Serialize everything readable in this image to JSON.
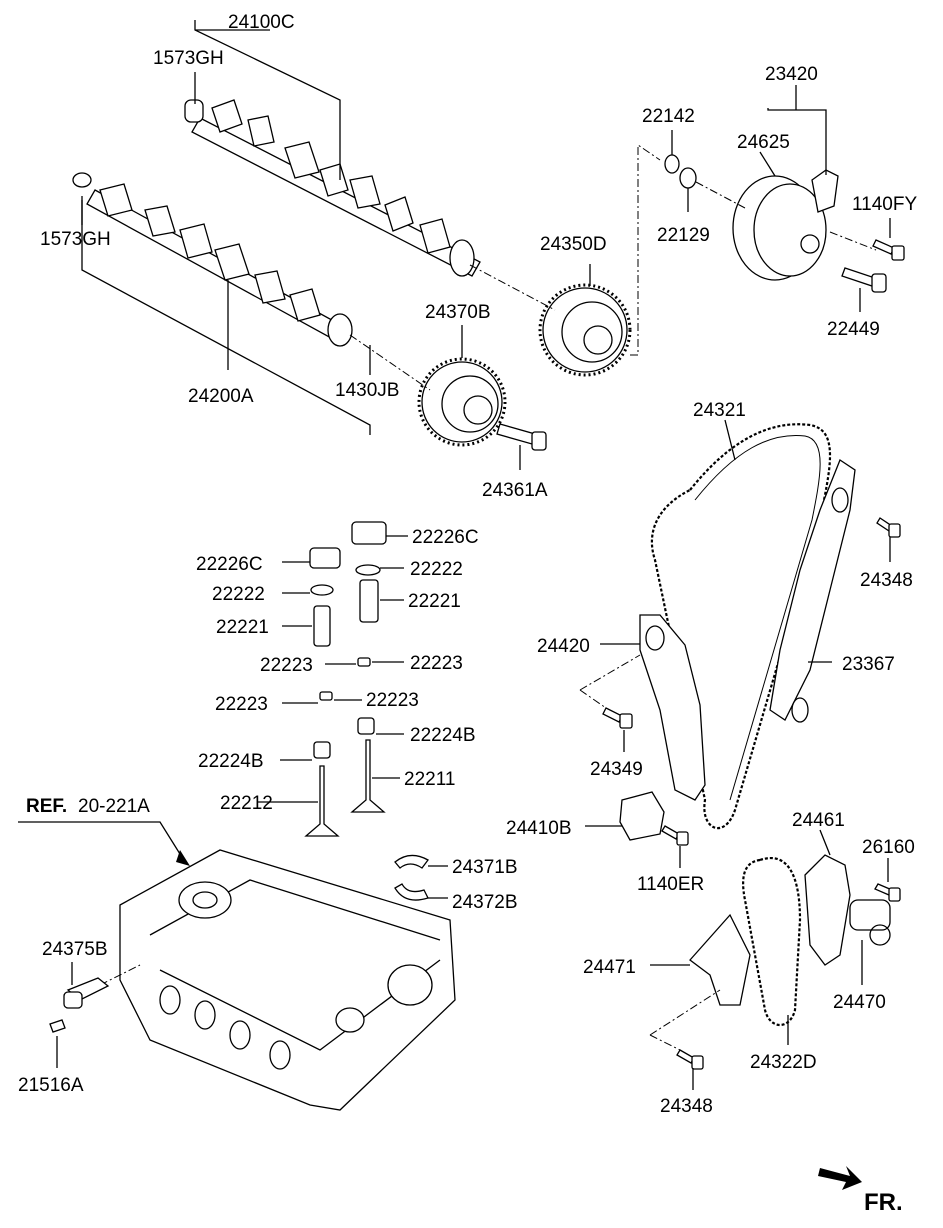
{
  "labels": {
    "l_24100c": "24100C",
    "l_1573gh_top": "1573GH",
    "l_1573gh_left": "1573GH",
    "l_24200a": "24200A",
    "l_1430jb": "1430JB",
    "l_24370b": "24370B",
    "l_24361a": "24361A",
    "l_24350d": "24350D",
    "l_22142": "22142",
    "l_22129": "22129",
    "l_23420": "23420",
    "l_24625": "24625",
    "l_1140fy": "1140FY",
    "l_22449": "22449",
    "l_24321": "24321",
    "l_24348_top": "24348",
    "l_23367": "23367",
    "l_24420": "24420",
    "l_24349": "24349",
    "l_24410b": "24410B",
    "l_1140er": "1140ER",
    "l_24461": "24461",
    "l_26160": "26160",
    "l_24471": "24471",
    "l_24470": "24470",
    "l_24322d": "24322D",
    "l_24348_bottom": "24348",
    "l_22226c_right": "22226C",
    "l_22226c_left": "22226C",
    "l_22222_right": "22222",
    "l_22222_left": "22222",
    "l_22221_right": "22221",
    "l_22221_left": "22221",
    "l_22223_a": "22223",
    "l_22223_b": "22223",
    "l_22223_c": "22223",
    "l_22223_d": "22223",
    "l_22224b_right": "22224B",
    "l_22224b_left": "22224B",
    "l_22211": "22211",
    "l_22212": "22212",
    "l_ref": "REF.",
    "l_ref_num": "20-221A",
    "l_24371b": "24371B",
    "l_24372b": "24372B",
    "l_24375b": "24375B",
    "l_21516a": "21516A",
    "l_fr": "FR."
  }
}
